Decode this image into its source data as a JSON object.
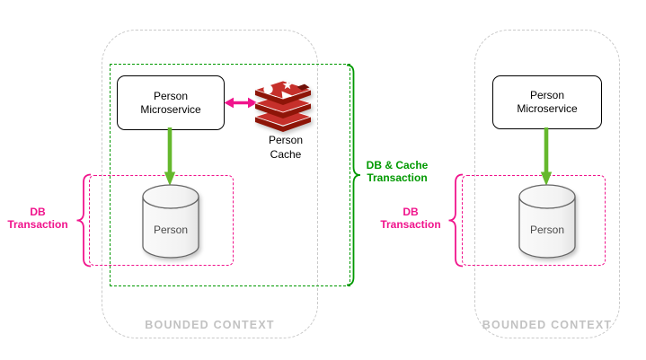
{
  "diagram": {
    "left_context": {
      "label": "BOUNDED CONTEXT",
      "microservice_label": "Person Microservice",
      "cache_label": "Person Cache",
      "database_label": "Person",
      "db_transaction_label": "DB Transaction",
      "db_cache_transaction_label": "DB & Cache Transaction"
    },
    "right_context": {
      "label": "BOUNDED CONTEXT",
      "microservice_label": "Person Microservice",
      "database_label": "Person",
      "db_transaction_label": "DB Transaction"
    },
    "colors": {
      "transaction_green": "#009900",
      "arrow_green": "#65b82d",
      "transaction_magenta": "#f0148c",
      "context_border_gray": "#c9c9c9",
      "context_label_gray": "#c2c2c2",
      "redis_red": "#c6302b",
      "redis_dark_red": "#8e1508",
      "cylinder_fill": "#f5f5f5"
    },
    "icons": {
      "cache": "redis-stack-icon",
      "database": "database-cylinder-icon",
      "cache_sync": "double-headed-arrow-icon",
      "db_write": "down-arrow-icon"
    }
  }
}
